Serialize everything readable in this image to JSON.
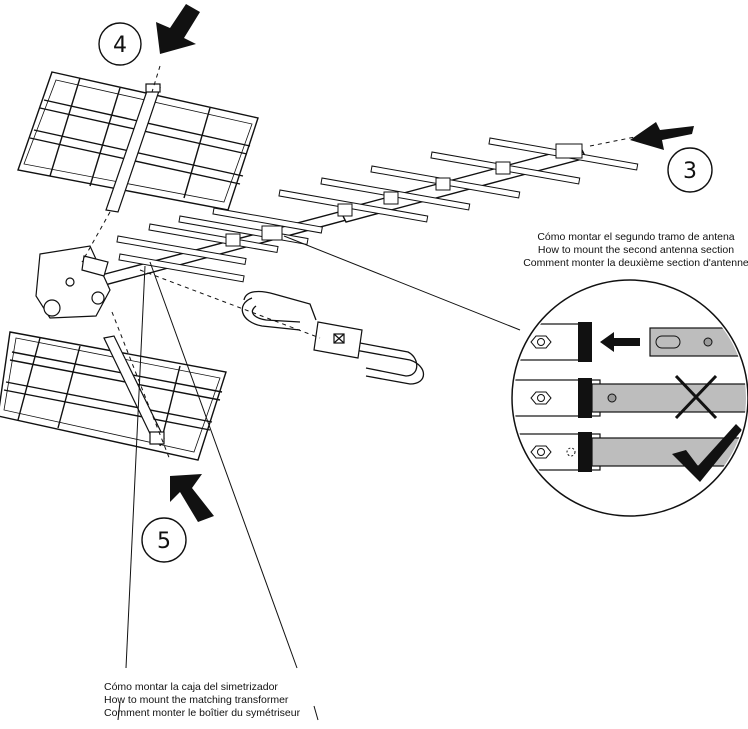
{
  "steps": {
    "top": "4",
    "right": "3",
    "bottom": "5"
  },
  "captions": {
    "second_section": [
      "Cómo montar el segundo tramo de antena",
      "How to mount the second antenna section",
      "Comment monter la deuxième section d'antenne"
    ],
    "matching_transformer": [
      "Cómo montar la caja del simetrizador",
      "How to mount the matching transformer",
      "Comment monter le boîtier du symétriseur"
    ]
  },
  "colors": {
    "ink": "#111111",
    "rod_fill": "#bdbdbd",
    "panel": "#ffffff"
  },
  "icons": [
    "down-arrow-icon",
    "left-arrow-icon",
    "up-arrow-icon",
    "hex-nut-icon",
    "cross-mark-icon",
    "check-mark-icon"
  ]
}
